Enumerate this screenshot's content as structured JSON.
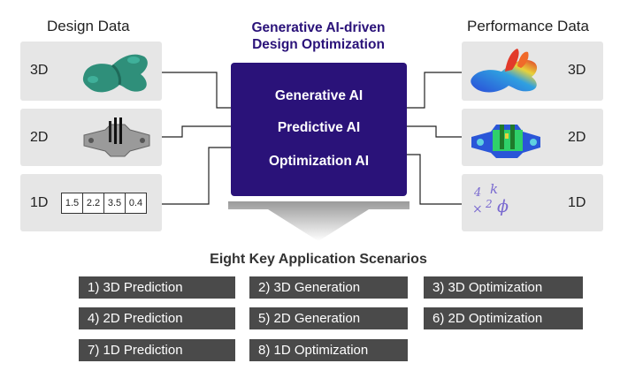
{
  "left": {
    "title": "Design Data",
    "rows": [
      {
        "label": "3D"
      },
      {
        "label": "2D"
      },
      {
        "label": "1D",
        "values": [
          "1.5",
          "2.2",
          "3.5",
          "0.4"
        ]
      }
    ]
  },
  "center": {
    "title_line1": "Generative AI-driven",
    "title_line2": "Design Optimization",
    "items": [
      "Generative AI",
      "Predictive AI",
      "Optimization AI"
    ]
  },
  "right": {
    "title": "Performance Data",
    "rows": [
      {
        "label": "3D"
      },
      {
        "label": "2D"
      },
      {
        "label": "1D",
        "formula": {
          "a": "4",
          "b": "k",
          "c": "×",
          "d": "2",
          "e": "ϕ"
        }
      }
    ]
  },
  "scenarios": {
    "title": "Eight Key Application Scenarios",
    "items": [
      "1) 3D Prediction",
      "2) 3D Generation",
      "3) 3D Optimization",
      "4) 2D Prediction",
      "5) 2D Generation",
      "6) 2D Optimization",
      "7) 1D Prediction",
      "8) 1D Optimization"
    ]
  },
  "colors": {
    "accent": "#2a1279",
    "panel": "#e6e6e6",
    "chip": "#4a4a4a"
  }
}
